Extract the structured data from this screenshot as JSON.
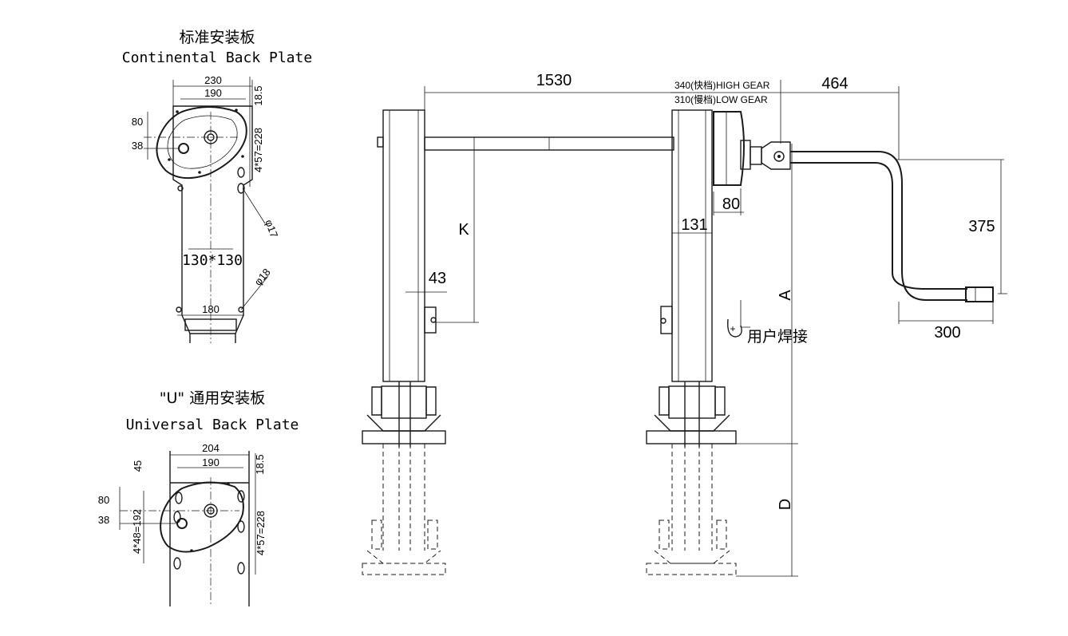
{
  "continental": {
    "title_cn": "标准安装板",
    "title_en": "Continental Back Plate",
    "dim_230": "230",
    "dim_190": "190",
    "dim_18_5": "18.5",
    "dim_80": "80",
    "dim_38": "38",
    "dim_4x57": "4*57=228",
    "dim_phi17": "φ17",
    "dim_130": "130*130",
    "dim_phi18": "φ18",
    "dim_180": "180"
  },
  "universal": {
    "title_cn": "\"U\" 通用安装板",
    "title_en": "Universal Back Plate",
    "dim_204": "204",
    "dim_190": "190",
    "dim_45": "45",
    "dim_18_5": "18.5",
    "dim_80": "80",
    "dim_38": "38",
    "dim_4x48": "4*48=192",
    "dim_4x57": "4*57=228"
  },
  "main": {
    "dim_1530": "1530",
    "gear_high": "340(快档)HIGH GEAR",
    "gear_low": "310(慢档)LOW GEAR",
    "dim_464": "464",
    "dim_80": "80",
    "dim_131": "131",
    "dim_375": "375",
    "dim_300": "300",
    "dim_K": "K",
    "dim_43": "43",
    "dim_A": "A",
    "dim_D": "D",
    "weld_label": "用户焊接"
  }
}
